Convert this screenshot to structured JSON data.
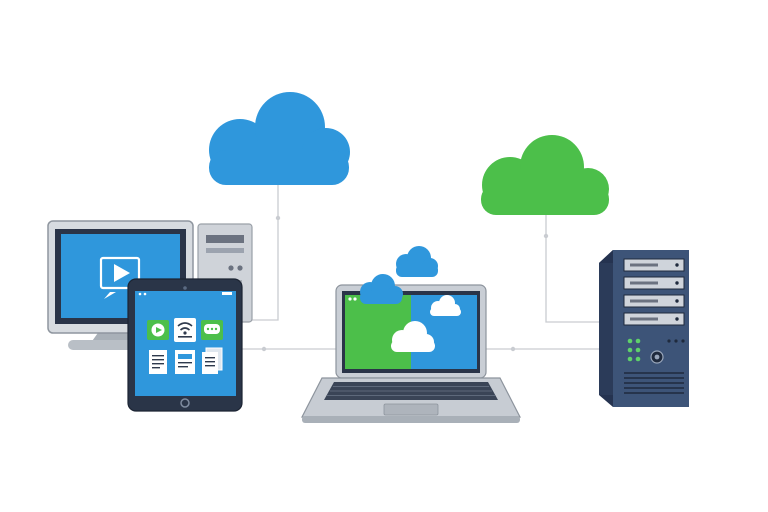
{
  "scene": {
    "background": "#ffffff",
    "connector_color": "#c9ccd1",
    "colors": {
      "cloud_blue": "#2f97dc",
      "cloud_green": "#4cbf4a",
      "screen_blue": "#2f97dc",
      "screen_green": "#4cbf4a",
      "device_gray": "#d5d9de",
      "device_dark": "#2f3a4d",
      "server_blue": "#3d5478",
      "led_green": "#5fd26a"
    }
  },
  "clouds": [
    {
      "name": "cloud-blue-left",
      "color": "cloud_blue"
    },
    {
      "name": "cloud-green-right",
      "color": "cloud_green"
    },
    {
      "name": "cloud-small-laptop-top",
      "color": "cloud_blue"
    },
    {
      "name": "cloud-small-laptop-left",
      "color": "cloud_blue"
    }
  ],
  "devices": [
    {
      "name": "desktop-computer",
      "icon": "play-icon"
    },
    {
      "name": "tablet",
      "icons": [
        "video-icon",
        "wifi-icon",
        "chat-icon",
        "document-icon",
        "form-icon",
        "files-icon"
      ]
    },
    {
      "name": "laptop",
      "icon": "cloud-icon"
    },
    {
      "name": "server-tower",
      "icon": "power-icon"
    }
  ]
}
